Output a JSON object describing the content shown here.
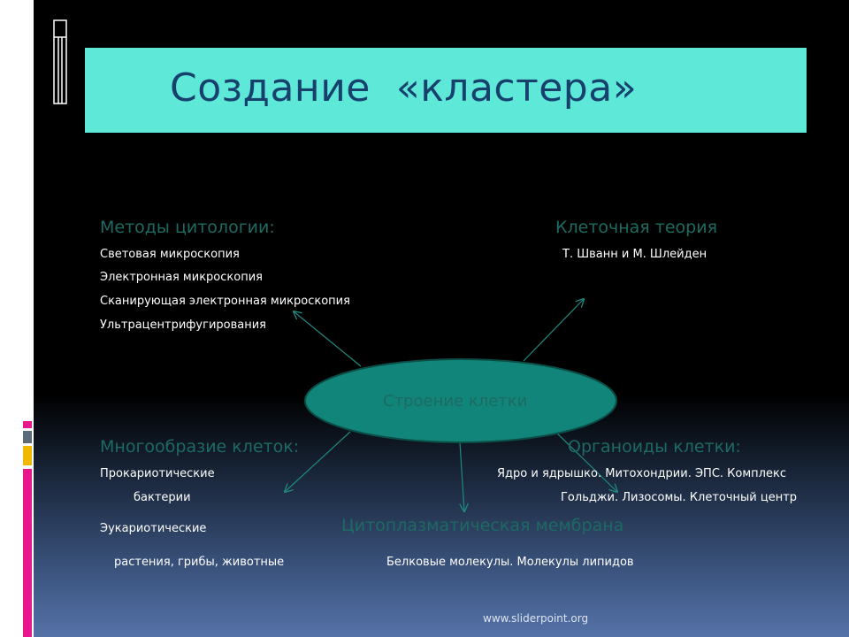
{
  "title": "Создание  «кластера»",
  "center_node": "Строение клетки",
  "branches": {
    "methods": {
      "heading": "Методы цитологии:",
      "items": [
        "Световая микроскопия",
        "Электронная микроскопия",
        "Сканирующая электронная микроскопия",
        "Ультрацентрифугирования"
      ]
    },
    "theory": {
      "heading": "Клеточная теория",
      "items": [
        "Т. Шванн и М. Шлейден"
      ]
    },
    "diversity": {
      "heading": "Многообразие клеток:",
      "items": [
        "Прокариотические",
        "бактерии",
        "Эукариотические",
        "растения, грибы, животные"
      ]
    },
    "organoids": {
      "heading": "Органоиды клетки:",
      "items": [
        "Ядро и ядрышко. Митохондрии. ЭПС. Комплекс",
        "Гольджи. Лизосомы. Клеточный центр"
      ]
    },
    "membrane": {
      "heading": "Цитоплазматическая мембрана",
      "items": [
        "Белковые молекулы. Молекулы липидов"
      ]
    }
  },
  "footer": "www.sliderpoint.org",
  "colors": {
    "title_box": "#5de8d8",
    "title_text": "#17406d",
    "heading_text": "#1c6a62",
    "ellipse_fill": "#12857a",
    "accent_bars": [
      "#e8188c",
      "#5a6b7a",
      "#f0b800",
      "#e8188c"
    ]
  },
  "icons": [
    "document-stack-icon"
  ]
}
